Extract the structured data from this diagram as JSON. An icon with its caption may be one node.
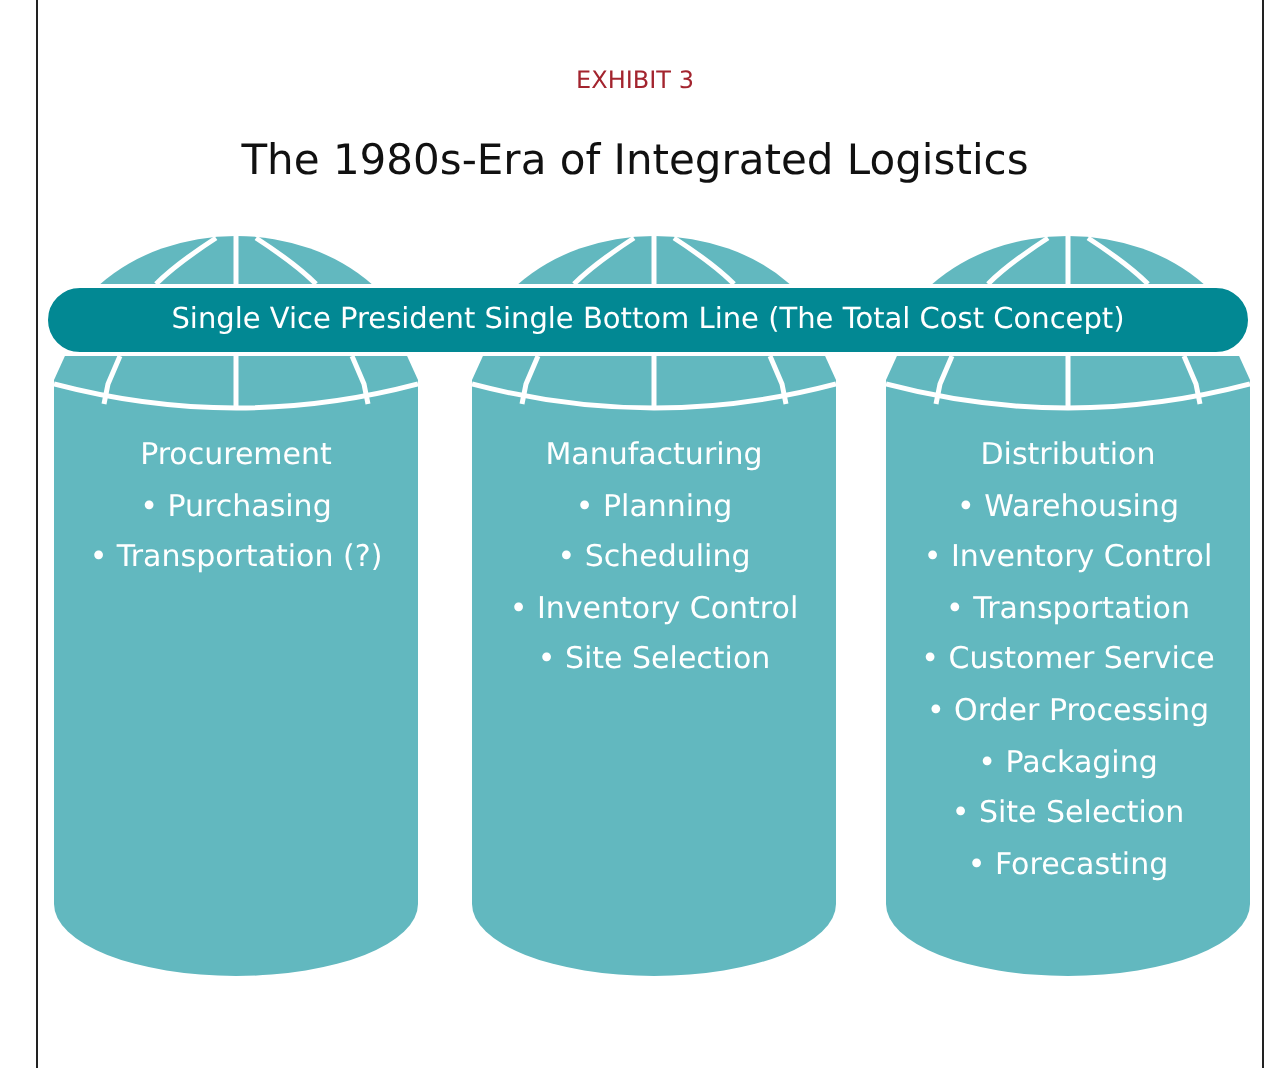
{
  "diagram": {
    "title": "The 1980s-Era of Integrated Logistics",
    "nodes": [
      {
        "text": [
          "Single Vice President Single Bottom Line (The Total Cost Concept)"
        ]
      },
      {
        "text": [
          "Procurement",
          "• Purchasing",
          "• Transportation (?)"
        ]
      },
      {
        "text": [
          "Manufacturing",
          "• Planning",
          "• Scheduling",
          "• Inventory Control",
          "• Site Selection"
        ]
      },
      {
        "text": [
          "Distribution",
          "• Warehousing",
          "• Inventory Control",
          "• Transportation",
          "• Customer Service",
          "• Order Processing",
          "• Packaging",
          "• Site Selection",
          "• Forecasting"
        ]
      }
    ],
    "labels": [
      "EXHIBIT 3"
    ]
  }
}
